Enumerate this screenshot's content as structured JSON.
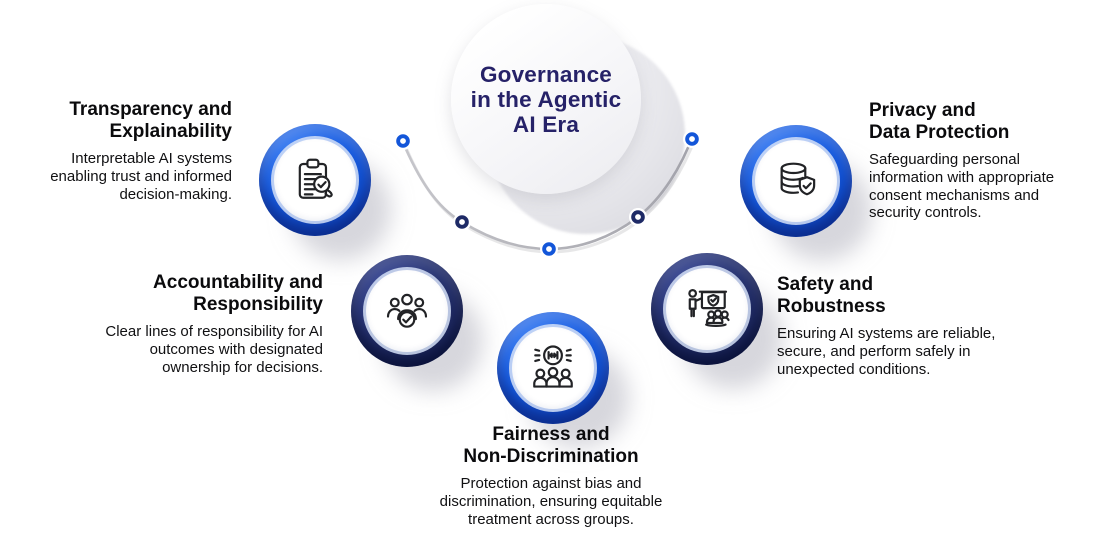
{
  "colors": {
    "bright_blue": "#1356d9",
    "navy": "#1e2a66",
    "title_indigo": "#262268",
    "text": "#101012",
    "arc_gray": "#b3b3b9"
  },
  "center": {
    "title_lines": [
      "Governance",
      "in the Agentic",
      "AI Era"
    ]
  },
  "nodes": [
    {
      "id": "transparency",
      "heading_lines": [
        "Transparency and",
        "Explainability"
      ],
      "body": "Interpretable AI systems enabling trust and informed decision-making.",
      "icon": "clipboard-audit-icon",
      "accent": "bright_blue"
    },
    {
      "id": "accountability",
      "heading_lines": [
        "Accountability and",
        "Responsibility"
      ],
      "body": "Clear lines of responsibility for AI outcomes with designated ownership for decisions.",
      "icon": "team-approval-icon",
      "accent": "navy"
    },
    {
      "id": "fairness",
      "heading_lines": [
        "Fairness and",
        "Non-Discrimination"
      ],
      "body": "Protection against bias and discrimination, ensuring equitable treatment across groups.",
      "icon": "equal-treatment-icon",
      "accent": "bright_blue"
    },
    {
      "id": "safety",
      "heading_lines": [
        "Safety and",
        "Robustness"
      ],
      "body": "Ensuring AI systems are reliable, secure, and perform safely in unexpected conditions.",
      "icon": "safety-training-icon",
      "accent": "navy"
    },
    {
      "id": "privacy",
      "heading_lines": [
        "Privacy and",
        "Data Protection"
      ],
      "body": "Safeguarding personal information with appropriate consent mechanisms and security controls.",
      "icon": "database-shield-icon",
      "accent": "bright_blue"
    }
  ]
}
